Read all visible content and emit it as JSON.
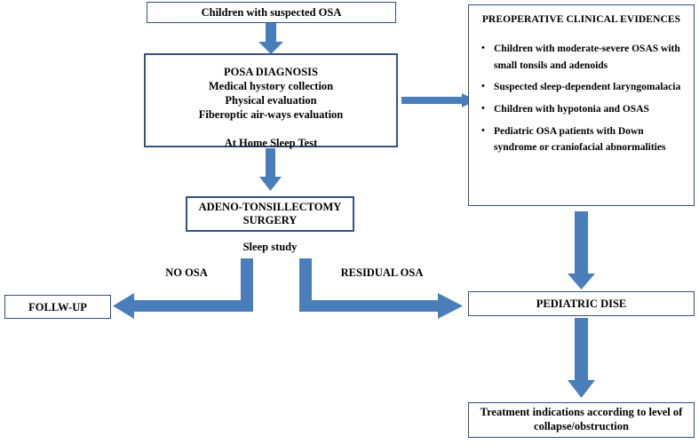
{
  "diagram": {
    "title_implied": "Pediatric OSA management flowchart",
    "accent_color": "#4a7ebb",
    "box_border_color": "#2e4f81",
    "nodes": {
      "start": {
        "label": "Children with suspected OSA"
      },
      "posa_diagnosis": {
        "heading": "POSA DIAGNOSIS",
        "lines": [
          "Medical hystory collection",
          "Physical evaluation",
          "Fiberoptic air-ways evaluation"
        ],
        "extra_line": "At Home Sleep Test"
      },
      "preoperative_evidences": {
        "title": "PREOPERATIVE CLINICAL EVIDENCES",
        "items": [
          "Children with moderate-severe OSAS with small tonsils and adenoids",
          "Suspected sleep-dependent laryngomalacia",
          "Children with hypotonia and OSAS",
          "Pediatric OSA patients with Down syndrome or craniofacial abnormalities"
        ]
      },
      "surgery": {
        "line1": "ADENO-TONSILLECTOMY",
        "line2": "SURGERY"
      },
      "sleep_study": {
        "label": "Sleep study"
      },
      "follow_up": {
        "label": "FOLLW-UP"
      },
      "pediatric_dise": {
        "label": "PEDIATRIC DISE"
      },
      "treatment": {
        "line1": "Treatment indications according to level of",
        "line2": "collapse/obstruction"
      }
    },
    "edge_labels": {
      "no_osa": "NO OSA",
      "residual_osa": "RESIDUAL OSA"
    }
  }
}
